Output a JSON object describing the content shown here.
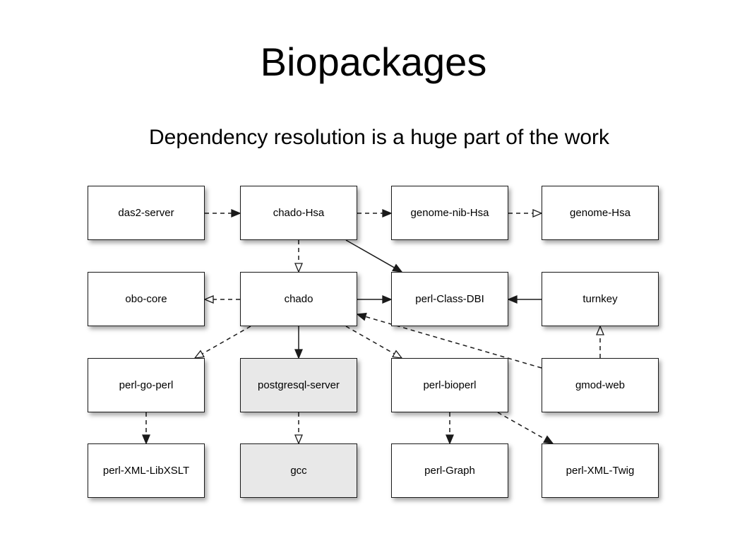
{
  "slide": {
    "title": "Biopackages",
    "subtitle": "Dependency resolution is a huge part of the work"
  },
  "diagram": {
    "nodes": [
      {
        "id": "das2-server",
        "label": "das2-server",
        "shaded": false
      },
      {
        "id": "chado-Hsa",
        "label": "chado-Hsa",
        "shaded": false
      },
      {
        "id": "genome-nib-Hsa",
        "label": "genome-nib-Hsa",
        "shaded": false
      },
      {
        "id": "genome-Hsa",
        "label": "genome-Hsa",
        "shaded": false
      },
      {
        "id": "obo-core",
        "label": "obo-core",
        "shaded": false
      },
      {
        "id": "chado",
        "label": "chado",
        "shaded": false
      },
      {
        "id": "perl-Class-DBI",
        "label": "perl-Class-DBI",
        "shaded": false
      },
      {
        "id": "turnkey",
        "label": "turnkey",
        "shaded": false
      },
      {
        "id": "perl-go-perl",
        "label": "perl-go-perl",
        "shaded": false
      },
      {
        "id": "postgresql-server",
        "label": "postgresql-server",
        "shaded": true
      },
      {
        "id": "perl-bioperl",
        "label": "perl-bioperl",
        "shaded": false
      },
      {
        "id": "gmod-web",
        "label": "gmod-web",
        "shaded": false
      },
      {
        "id": "perl-XML-LibXSLT",
        "label": "perl-XML-LibXSLT",
        "shaded": false
      },
      {
        "id": "gcc",
        "label": "gcc",
        "shaded": true
      },
      {
        "id": "perl-Graph",
        "label": "perl-Graph",
        "shaded": false
      },
      {
        "id": "perl-XML-Twig",
        "label": "perl-XML-Twig",
        "shaded": false
      }
    ],
    "edges": [
      {
        "from": "das2-server",
        "to": "chado-Hsa",
        "style": "dashed",
        "head": "filled"
      },
      {
        "from": "chado-Hsa",
        "to": "genome-nib-Hsa",
        "style": "dashed",
        "head": "filled"
      },
      {
        "from": "genome-nib-Hsa",
        "to": "genome-Hsa",
        "style": "dashed",
        "head": "open"
      },
      {
        "from": "chado-Hsa",
        "to": "chado",
        "style": "dashed",
        "head": "open"
      },
      {
        "from": "chado-Hsa",
        "to": "perl-Class-DBI",
        "style": "solid",
        "head": "filled"
      },
      {
        "from": "chado",
        "to": "obo-core",
        "style": "dashed",
        "head": "open"
      },
      {
        "from": "chado",
        "to": "perl-Class-DBI",
        "style": "solid",
        "head": "filled"
      },
      {
        "from": "turnkey",
        "to": "perl-Class-DBI",
        "style": "solid",
        "head": "filled"
      },
      {
        "from": "chado",
        "to": "perl-go-perl",
        "style": "dashed",
        "head": "open"
      },
      {
        "from": "chado",
        "to": "postgresql-server",
        "style": "solid",
        "head": "filled"
      },
      {
        "from": "chado",
        "to": "perl-bioperl",
        "style": "dashed",
        "head": "open"
      },
      {
        "from": "gmod-web",
        "to": "chado",
        "style": "dashed",
        "head": "filled"
      },
      {
        "from": "gmod-web",
        "to": "turnkey",
        "style": "dashed",
        "head": "open"
      },
      {
        "from": "perl-go-perl",
        "to": "perl-XML-LibXSLT",
        "style": "dashed",
        "head": "filled"
      },
      {
        "from": "postgresql-server",
        "to": "gcc",
        "style": "dashed",
        "head": "open"
      },
      {
        "from": "perl-bioperl",
        "to": "perl-Graph",
        "style": "dashed",
        "head": "filled"
      },
      {
        "from": "perl-bioperl",
        "to": "perl-XML-Twig",
        "style": "dashed",
        "head": "filled"
      }
    ]
  }
}
